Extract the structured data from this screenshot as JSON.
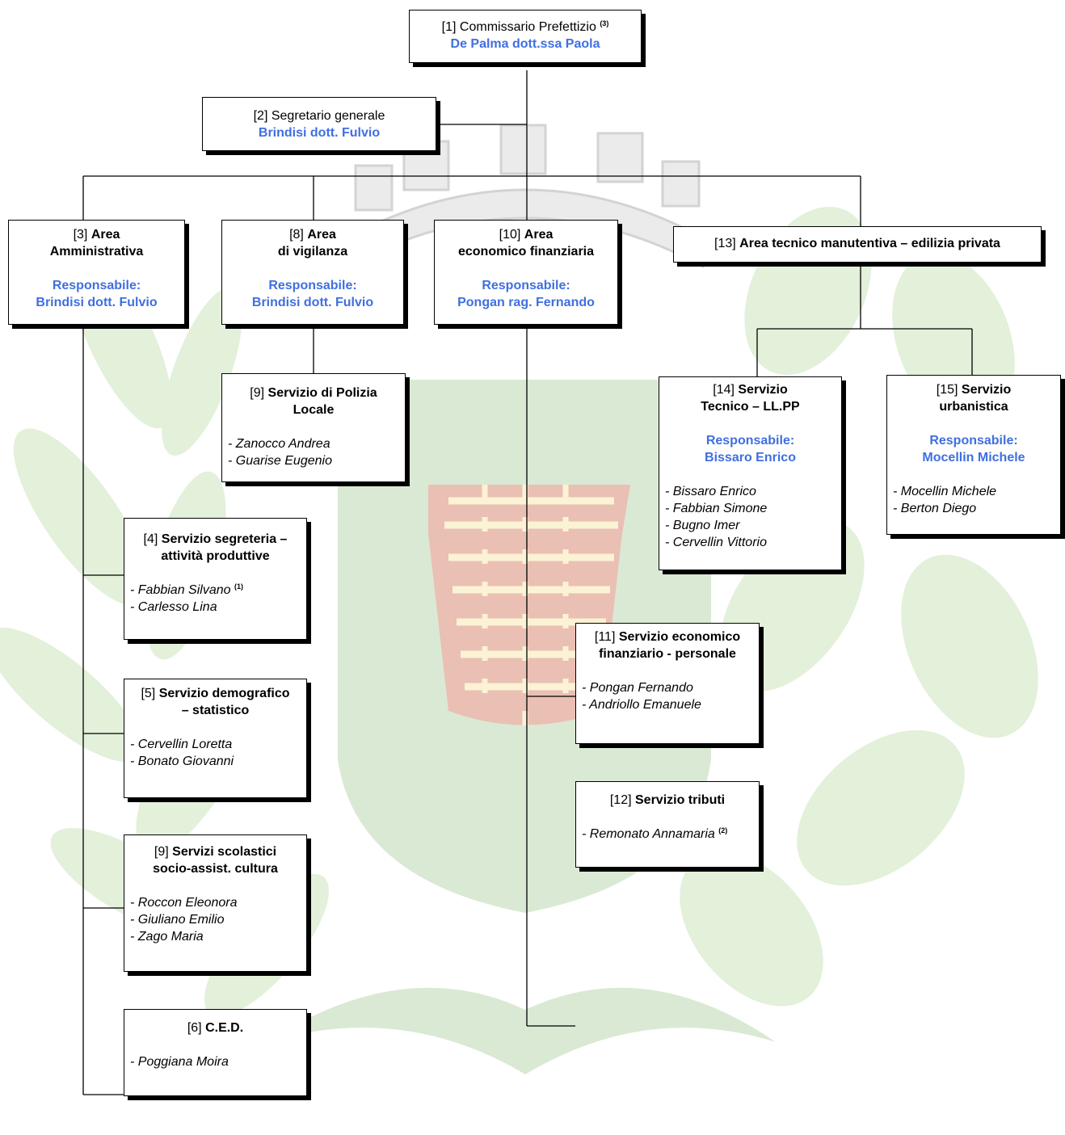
{
  "nodes": {
    "n1": {
      "num": "[1]",
      "title": "Commissario Prefettizio",
      "note": "(3)",
      "name": "De Palma dott.ssa Paola"
    },
    "n2": {
      "num": "[2]",
      "title": "Segretario generale",
      "name": "Brindisi dott. Fulvio"
    },
    "n3": {
      "num": "[3]",
      "title1": "Area",
      "title2": "Amministrativa",
      "resp_label": "Responsabile:",
      "resp_name": "Brindisi dott. Fulvio"
    },
    "n8": {
      "num": "[8]",
      "title1": "Area",
      "title2": "di vigilanza",
      "resp_label": "Responsabile:",
      "resp_name": "Brindisi dott. Fulvio"
    },
    "n10": {
      "num": "[10]",
      "title1": "Area",
      "title2": "economico finanziaria",
      "resp_label": "Responsabile:",
      "resp_name": "Pongan rag. Fernando"
    },
    "n13": {
      "num": "[13]",
      "title": "Area tecnico manutentiva – edilizia privata"
    },
    "n9a": {
      "num": "[9]",
      "title1": "Servizio di Polizia",
      "title2": "Locale",
      "members": [
        "- Zanocco Andrea",
        "- Guarise Eugenio"
      ]
    },
    "n14": {
      "num": "[14]",
      "title1": "Servizio",
      "title2": "Tecnico – LL.PP",
      "resp_label": "Responsabile:",
      "resp_name": "Bissaro Enrico",
      "members": [
        "- Bissaro Enrico",
        "- Fabbian Simone",
        "- Bugno Imer",
        "- Cervellin Vittorio"
      ]
    },
    "n15": {
      "num": "[15]",
      "title1": "Servizio",
      "title2": "urbanistica",
      "resp_label": "Responsabile:",
      "resp_name": "Mocellin Michele",
      "members": [
        "- Mocellin Michele",
        "- Berton Diego"
      ]
    },
    "n4": {
      "num": "[4]",
      "title1": "Servizio segreteria –",
      "title2": "attività produttive",
      "members": [
        "- Fabbian Silvano",
        "- Carlesso Lina"
      ],
      "member_note": "(1)"
    },
    "n5": {
      "num": "[5]",
      "title1": "Servizio demografico",
      "title2": "– statistico",
      "members": [
        "- Cervellin Loretta",
        "- Bonato Giovanni"
      ]
    },
    "n9b": {
      "num": "[9]",
      "title1": "Servizi scolastici",
      "title2": "socio-assist. cultura",
      "members": [
        "- Roccon Eleonora",
        "- Giuliano Emilio",
        "- Zago Maria"
      ]
    },
    "n6": {
      "num": "[6]",
      "title": "C.E.D.",
      "members": [
        "- Poggiana Moira"
      ]
    },
    "n11": {
      "num": "[11]",
      "title1": "Servizio economico",
      "title2": "finanziario - personale",
      "members": [
        "- Pongan Fernando",
        "- Andriollo Emanuele"
      ]
    },
    "n12": {
      "num": "[12]",
      "title": "Servizio tributi",
      "members": [
        "- Remonato Annamaria"
      ],
      "member_note": "(2)"
    }
  },
  "colors": {
    "accent": "#3f6fe0",
    "emblem_green": "#9ec58a",
    "emblem_yellow": "#f3e08a",
    "emblem_red": "#c8553a"
  }
}
